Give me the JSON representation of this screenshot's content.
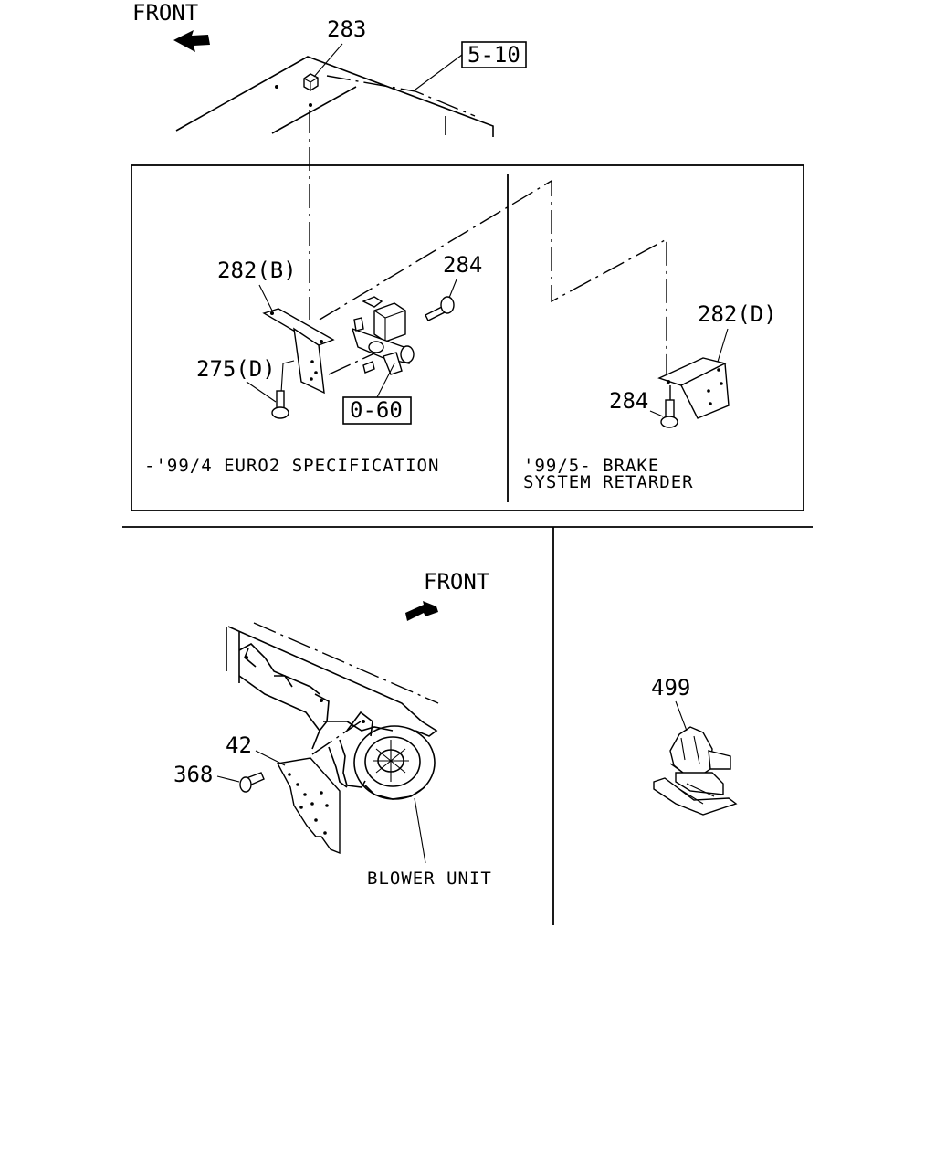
{
  "top_section": {
    "front_label": "FRONT",
    "callouts": {
      "c283": "283",
      "ref_5_10": "5-10",
      "c282b": "282(B)",
      "c284_left": "284",
      "c275d": "275(D)",
      "ref_0_60": "0-60",
      "c282d": "282(D)",
      "c284_right": "284"
    },
    "left_caption": "-'99/4 EURO2 SPECIFICATION",
    "right_caption_line1": "'99/5- BRAKE",
    "right_caption_line2": "SYSTEM RETARDER"
  },
  "bottom_left_section": {
    "front_label": "FRONT",
    "callouts": {
      "c42": "42",
      "c368": "368"
    },
    "caption": "BLOWER UNIT"
  },
  "bottom_right_section": {
    "callouts": {
      "c499": "499"
    }
  }
}
